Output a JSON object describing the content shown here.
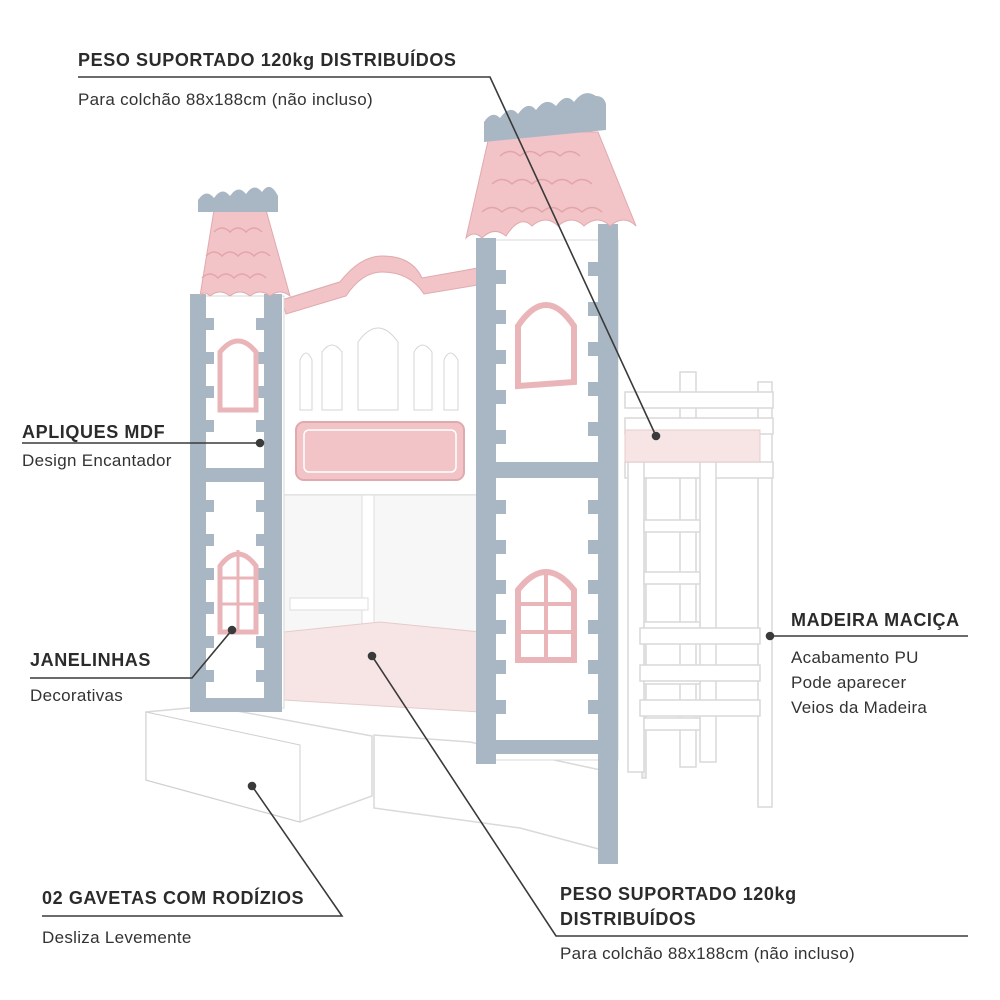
{
  "colors": {
    "pink": "#f2c4c7",
    "blue_grey": "#a9b7c5",
    "white": "#ffffff",
    "line": "#3a3a3a"
  },
  "callouts": {
    "top": {
      "title": "PESO SUPORTADO 120kg DISTRIBUÍDOS",
      "subtitle": "Para colchão 88x188cm (não incluso)"
    },
    "apliques": {
      "title": "APLIQUES MDF",
      "subtitle": "Design Encantador"
    },
    "janelinhas": {
      "title": "JANELINHAS",
      "subtitle": "Decorativas"
    },
    "gavetas": {
      "title": "02 GAVETAS COM RODÍZIOS",
      "subtitle": "Desliza Levemente"
    },
    "madeira": {
      "title": "MADEIRA MACIÇA",
      "lines": [
        "Acabamento PU",
        "Pode aparecer",
        "Veios da Madeira"
      ]
    },
    "bottom": {
      "title_lines": [
        "PESO SUPORTADO 120kg",
        "DISTRIBUÍDOS"
      ],
      "subtitle": "Para colchão 88x188cm (não incluso)"
    }
  }
}
